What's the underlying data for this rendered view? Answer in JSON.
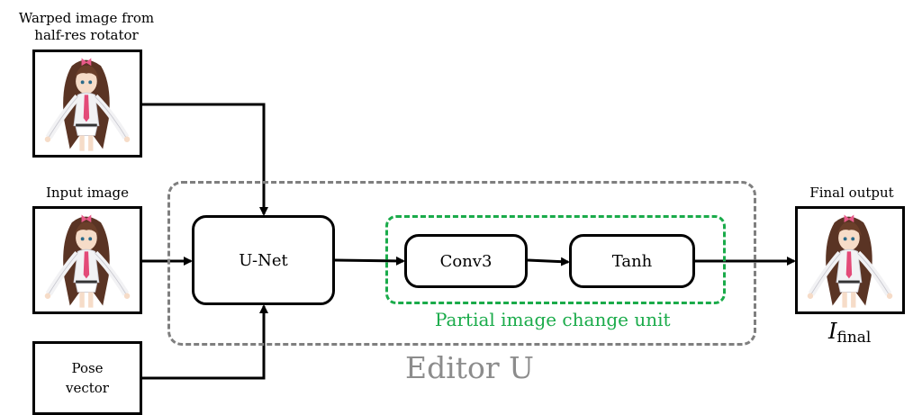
{
  "inputs": {
    "warped_label": "Warped image from half-res rotator",
    "input_label": "Input image",
    "pose_label": "Pose vector"
  },
  "blocks": {
    "unet": "U-Net",
    "conv": "Conv3",
    "tanh": "Tanh"
  },
  "groups": {
    "partial_unit": "Partial image change unit",
    "editor": "Editor U"
  },
  "output": {
    "label": "Final output",
    "symbol": "I",
    "subscript": "final"
  },
  "colors": {
    "editor_dash": "#7f7f7f",
    "partial_dash": "#1aab4a",
    "partial_text": "#1aab4a",
    "editor_text": "#8c8c8c"
  }
}
